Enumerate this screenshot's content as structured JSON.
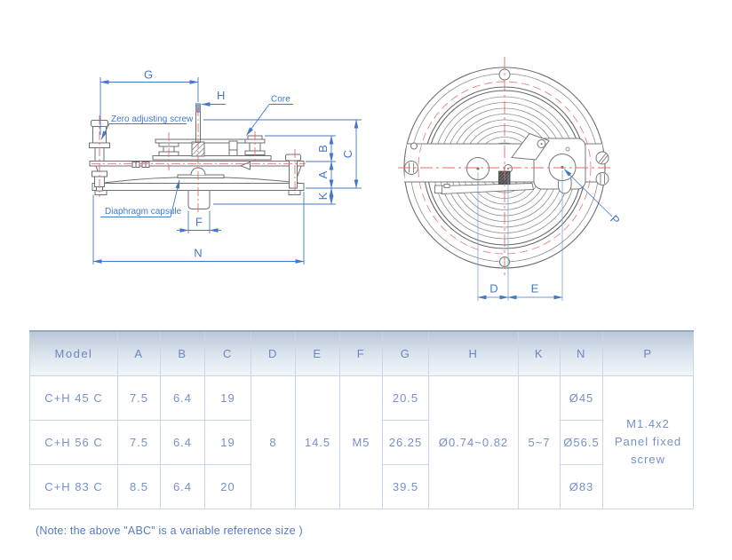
{
  "drawings": {
    "side_view": {
      "dim_labels": {
        "g": "G",
        "h": "H",
        "b": "B",
        "c": "C",
        "a": "A",
        "k": "K",
        "f": "F",
        "n": "N"
      },
      "annotations": {
        "zero_screw": "Zero adjusting screw",
        "core": "Core",
        "capsule": "Diaphragm capsule"
      }
    },
    "front_view": {
      "dim_labels": {
        "d": "D",
        "e": "E",
        "p": "P"
      }
    },
    "colors": {
      "outline": "#6f6f6f",
      "centerline_red": "#e36b6b",
      "dimension_blue": "#4478c8"
    }
  },
  "table": {
    "headers": [
      "Model",
      "A",
      "B",
      "C",
      "D",
      "E",
      "F",
      "G",
      "H",
      "K",
      "N",
      "P"
    ],
    "rows": [
      {
        "model": "C+H 45 C",
        "a": "7.5",
        "b": "6.4",
        "c": "19",
        "g": "20.5",
        "n": "Ø45"
      },
      {
        "model": "C+H 56 C",
        "a": "7.5",
        "b": "6.4",
        "c": "19",
        "g": "26.25",
        "n": "Ø56.5"
      },
      {
        "model": "C+H 83 C",
        "a": "8.5",
        "b": "6.4",
        "c": "20",
        "g": "39.5",
        "n": "Ø83"
      }
    ],
    "merged": {
      "d": "8",
      "e": "14.5",
      "f": "M5",
      "h": "Ø0.74~0.82",
      "k": "5~7",
      "p_lines": [
        "M1.4x2",
        "Panel fixed",
        "screw"
      ]
    }
  },
  "note": "(Note: the above \"ABC\" is a variable reference size )"
}
